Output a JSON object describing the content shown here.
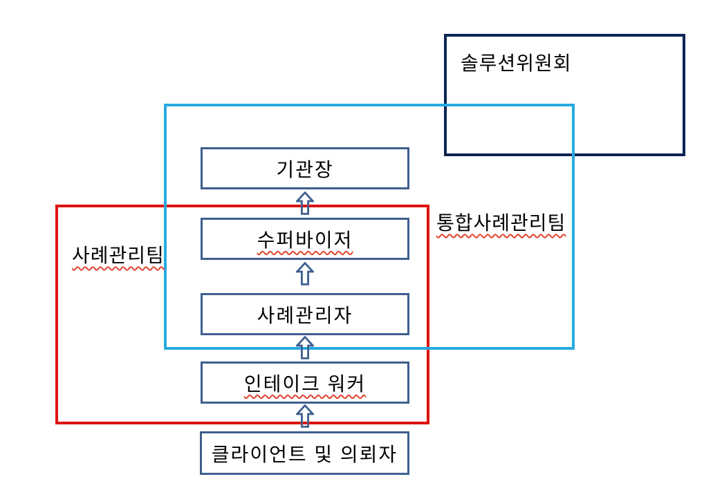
{
  "diagram": {
    "title_none": "",
    "colors": {
      "background": "#ffffff",
      "committee_border": "#0d2453",
      "case_team_border": "#dd1310",
      "integrated_team_border": "#27aae1",
      "node_border": "#3e5e8e",
      "arrow_outline": "#3e5e8e",
      "text": "#000000",
      "spellcheck_squiggle": "#e0442c"
    },
    "committee": {
      "label": "솔루션위원회",
      "border_color": "#0d2453"
    },
    "teams": {
      "case_team": {
        "label": "사례관리팀",
        "border_color": "#dd1310",
        "spellcheck_underline": true
      },
      "integrated_team": {
        "label": "통합사례관리팀",
        "border_color": "#27aae1",
        "spellcheck_underline": true
      }
    },
    "hierarchy": [
      {
        "id": "director",
        "label": "기관장",
        "spellcheck_underline": false
      },
      {
        "id": "supervisor",
        "label": "수퍼바이저",
        "spellcheck_underline": true
      },
      {
        "id": "case_manager",
        "label": "사례관리자",
        "spellcheck_underline": false
      },
      {
        "id": "intake_worker",
        "label": "인테이크 워커",
        "spellcheck_underline": true
      },
      {
        "id": "client",
        "label": "클라이언트 및 의뢰자",
        "spellcheck_underline": false
      }
    ],
    "arrows": [
      {
        "from": "클라이언트 및 의뢰자",
        "to": "인테이크 워커",
        "direction": "up"
      },
      {
        "from": "인테이크 워커",
        "to": "사례관리자",
        "direction": "up"
      },
      {
        "from": "사례관리자",
        "to": "수퍼바이저",
        "direction": "up"
      },
      {
        "from": "수퍼바이저",
        "to": "기관장",
        "direction": "up"
      }
    ]
  }
}
